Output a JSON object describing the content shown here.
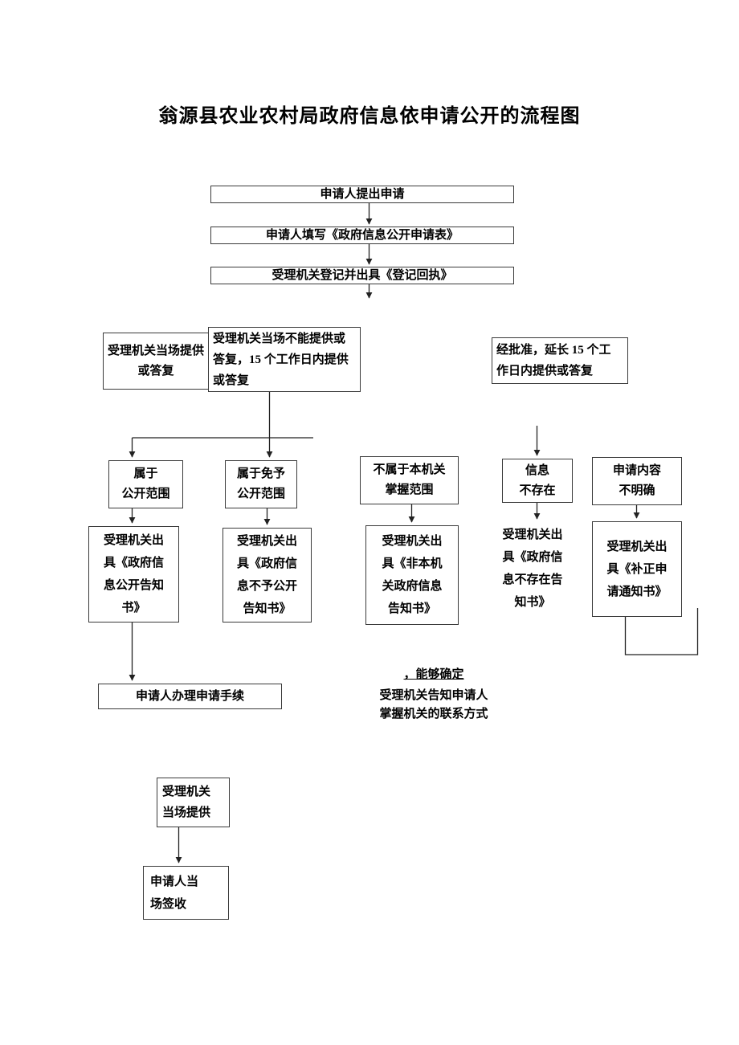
{
  "title": "翁源县农业农村局政府信息依申请公开的流程图",
  "steps": {
    "apply": "申请人提出申请",
    "fill_form": "申请人填写《政府信息公开申请表》",
    "register": "受理机关登记并出具《登记回执》"
  },
  "conditions": {
    "onsite_reply": "受理机关当场提供\n或答复",
    "delayed_reply": "受理机关当场不能提供或\n答复，15 个工作日内提供\n或答复",
    "extension": "经批准，延长 15 个工\n作日内提供或答复"
  },
  "branches": [
    {
      "label": "属于\n公开范围",
      "result": "受理机关出\n具《政府信\n息公开告知\n书》"
    },
    {
      "label": "属于免予\n公开范围",
      "result": "受理机关出\n具《政府信\n息不予公开\n告知书》"
    },
    {
      "label": "不属于本机关\n掌握范围",
      "result": "受理机关出\n具《非本机\n关政府信息\n告知书》"
    },
    {
      "label": "信息\n不存在",
      "result": "受理机关出\n具《政府信\n息不存在告\n知书》"
    },
    {
      "label": "申请内容\n不明确",
      "result": "受理机关出\n具《补正申\n请通知书》"
    }
  ],
  "followups": {
    "procedure": "申请人办理申请手续",
    "determine": "，能够确定",
    "notify": "受理机关告知申请人\n掌握机关的联系方式",
    "onsite_provide": "受理机关\n当场提供",
    "sign_receipt": "申请人当\n场签收"
  }
}
